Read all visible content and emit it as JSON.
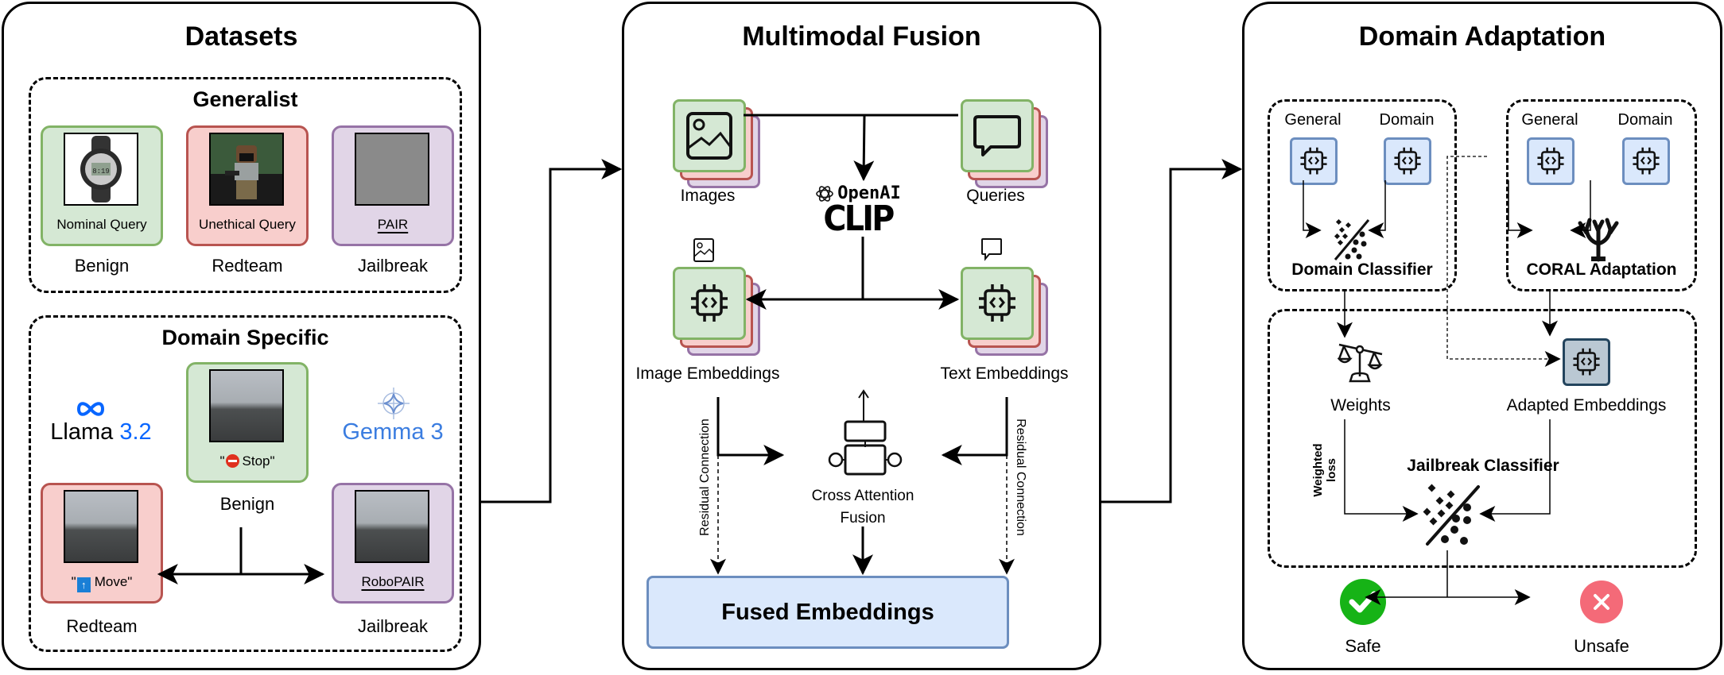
{
  "panels": {
    "datasets": {
      "title": "Datasets",
      "generalist": {
        "title": "Generalist",
        "cards": [
          {
            "caption": "Nominal Query",
            "category": "Benign",
            "color": "#d5e8d4",
            "image": "wristwatch-photo"
          },
          {
            "caption": "Unethical Query",
            "category": "Redteam",
            "color": "#f8cecc",
            "image": "armed-lego-figure-photo"
          },
          {
            "caption": "PAIR",
            "category": "Jailbreak",
            "color": "#e1d5e7",
            "image": "noise-image"
          }
        ]
      },
      "domain_specific": {
        "title": "Domain Specific",
        "benign": {
          "caption_quote_open": "\"",
          "caption_icon": "no-entry-icon",
          "caption_text": "Stop\"",
          "category": "Benign"
        },
        "redteam": {
          "caption_quote_open": "\"",
          "caption_icon": "up-arrow-sign-icon",
          "caption_text": "Move\"",
          "category": "Redteam",
          "model_brand": "Llama",
          "model_version": "3.2"
        },
        "jailbreak": {
          "caption": "RoboPAIR",
          "category": "Jailbreak",
          "model_brand": "Gemma 3"
        }
      }
    },
    "fusion": {
      "title": "Multimodal Fusion",
      "inputs": {
        "images": "Images",
        "queries": "Queries"
      },
      "encoder": {
        "vendor": "OpenAI",
        "model": "CLIP"
      },
      "embeddings": {
        "image": "Image Embeddings",
        "text": "Text Embeddings"
      },
      "residual_left": "Residual Connection",
      "residual_right": "Residual Connection",
      "cross_attention": {
        "line1": "Cross Attention",
        "line2": "Fusion"
      },
      "output": "Fused Embeddings"
    },
    "adaptation": {
      "title": "Domain Adaptation",
      "domain_classifier": {
        "title": "Domain Classifier",
        "general_label": "General",
        "domain_label": "Domain"
      },
      "coral": {
        "title": "CORAL Adaptation",
        "general_label": "General",
        "domain_label": "Domain"
      },
      "weights": "Weights",
      "adapted_embeddings": "Adapted Embeddings",
      "weighted_loss": {
        "line1": "Weighted",
        "line2": "loss"
      },
      "jailbreak_classifier": "Jailbreak Classifier",
      "outcomes": {
        "safe": {
          "label": "Safe",
          "color": "#16b316"
        },
        "unsafe": {
          "label": "Unsafe",
          "color": "#f46a78"
        }
      }
    }
  },
  "colors": {
    "green_fill": "#d5e8d4",
    "green_stroke": "#82b366",
    "red_fill": "#f8cecc",
    "red_stroke": "#b85450",
    "purple_fill": "#e1d5e7",
    "purple_stroke": "#9673a6",
    "blue_fill": "#dae8fc",
    "blue_stroke": "#6c8ebf",
    "slate_fill": "#bac8d3",
    "slate_stroke": "#23445d"
  }
}
